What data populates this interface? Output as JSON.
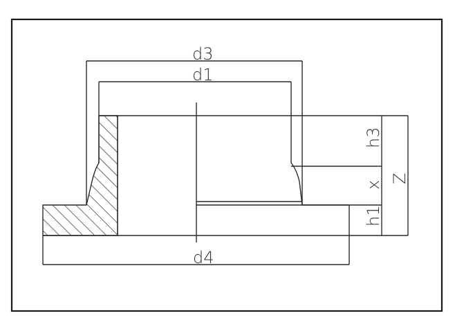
{
  "labels": {
    "d3": "d3",
    "d1": "d1",
    "d4": "d4",
    "h3": "h3",
    "x": "x",
    "z": "Z",
    "h1": "h1"
  },
  "colors": {
    "line": "#2a2a2a",
    "background": "#ffffff",
    "hatch": "#2a2a2a"
  }
}
